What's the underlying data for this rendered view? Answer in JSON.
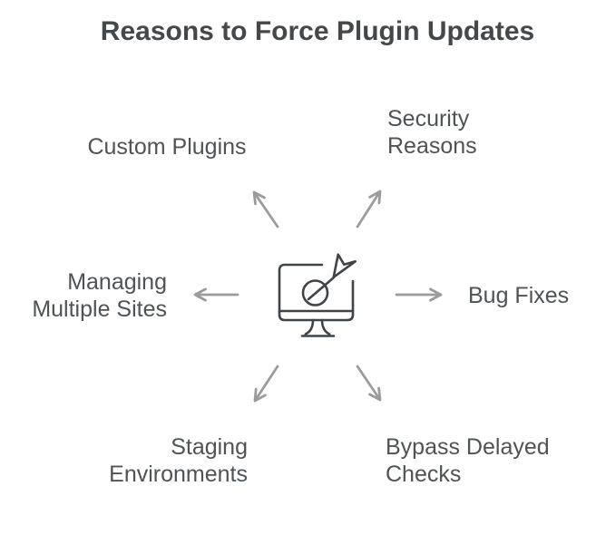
{
  "title": "Reasons to Force Plugin Updates",
  "center": {
    "icon": "monitor-target-dart-icon"
  },
  "nodes": [
    {
      "name": "custom-plugins",
      "position": "top-left",
      "lines": [
        "Custom Plugins"
      ]
    },
    {
      "name": "security-reasons",
      "position": "top-right",
      "lines": [
        "Security",
        "Reasons"
      ]
    },
    {
      "name": "managing-multiple-sites",
      "position": "left",
      "lines": [
        "Managing",
        "Multiple Sites"
      ]
    },
    {
      "name": "bug-fixes",
      "position": "right",
      "lines": [
        "Bug Fixes"
      ]
    },
    {
      "name": "staging-environments",
      "position": "bottom-left",
      "lines": [
        "Staging",
        "Environments"
      ]
    },
    {
      "name": "bypass-delayed-checks",
      "position": "bottom-right",
      "lines": [
        "Bypass Delayed",
        "Checks"
      ]
    }
  ],
  "arrows": [
    "up-left",
    "up-right",
    "left",
    "right",
    "down-left",
    "down-right"
  ],
  "colors": {
    "background": "#ffffff",
    "title_text": "#45484b",
    "label_text": "#4f5356",
    "arrow": "#9b9b9b",
    "icon_stroke": "#3e4449"
  }
}
